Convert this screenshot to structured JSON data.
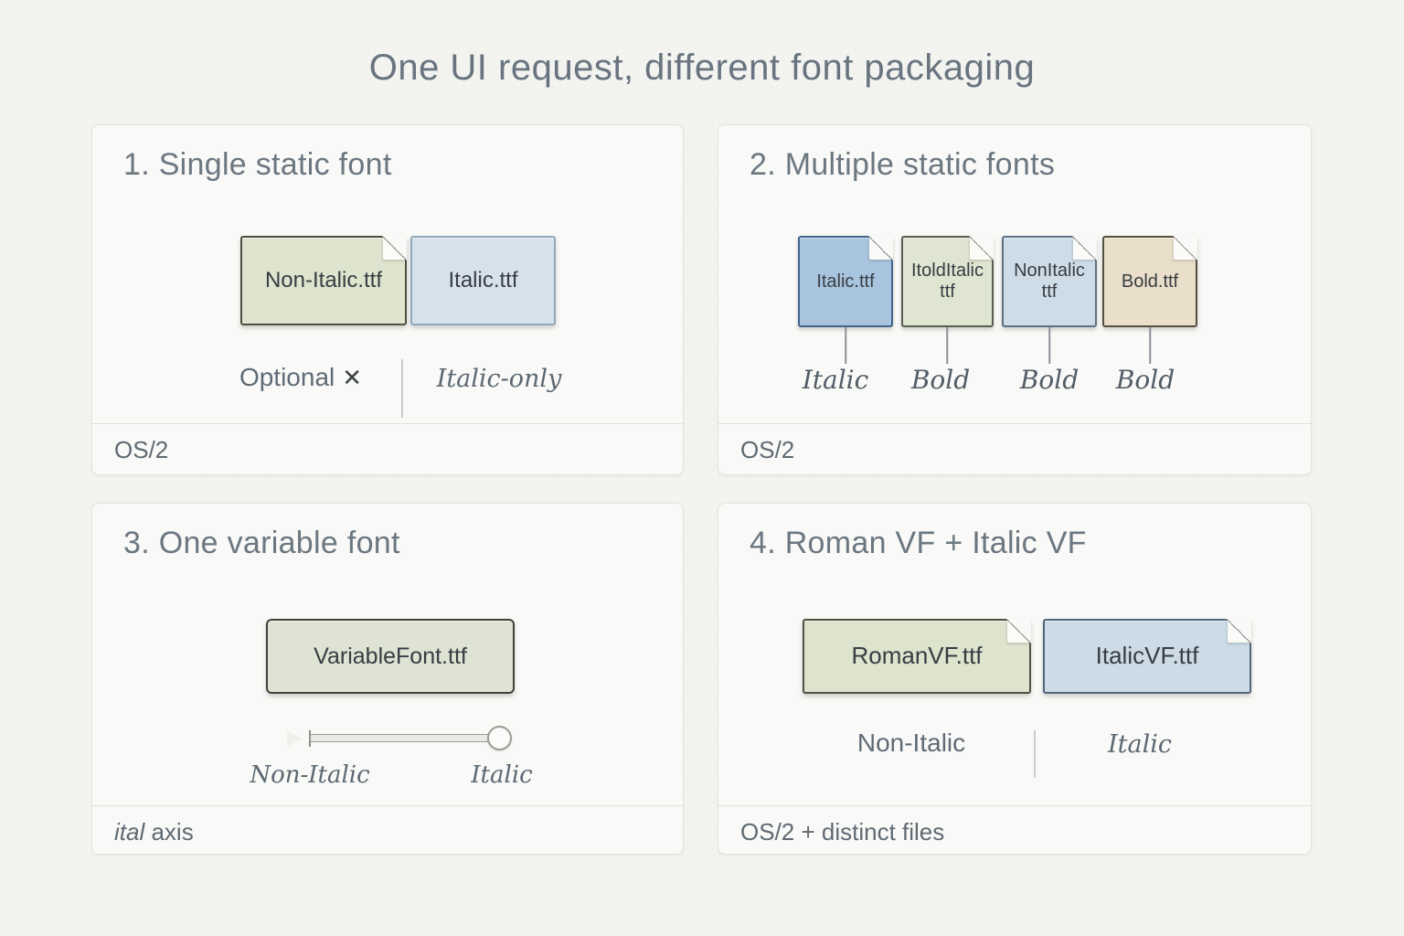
{
  "title": "One UI request, different font packaging",
  "icons": {
    "x_mark": "✕"
  },
  "colors": {
    "background": "#f3f3f0",
    "panel_bg": "#f9f9f7",
    "heading_gray": "#6b7781",
    "serif_label_gray": "#525d67",
    "green_file": "#dee4cd",
    "light_blue_file": "#d6e1eb",
    "blue_file": "#a9c4df",
    "tan_file": "#e9dec9"
  },
  "panels": [
    {
      "heading": "1. Single static font",
      "footer": "OS/2",
      "files": [
        {
          "name": "Non-Italic.ttf",
          "fill": "#dee4cd",
          "border": "#4c5142"
        },
        {
          "name": "Italic.ttf",
          "fill": "#d6e1eb",
          "border": "#92a9bb"
        }
      ],
      "caption_left": "Optional",
      "caption_right": "Italic-only"
    },
    {
      "heading": "2. Multiple static fonts",
      "footer": "OS/2",
      "files": [
        {
          "name": "Italic.ttf",
          "fill": "#a9c4df",
          "border": "#41658b"
        },
        {
          "name": "ItoldItalic ttf",
          "fill": "#dfe5d0",
          "border": "#565f50"
        },
        {
          "name": "NonItalic ttf",
          "fill": "#cedce7",
          "border": "#5b7183"
        },
        {
          "name": "Bold.ttf",
          "fill": "#e9dec9",
          "border": "#55503f"
        }
      ],
      "labels": [
        "Italic",
        "Bold",
        "Bold",
        "Bold"
      ]
    },
    {
      "heading": "3. One variable font",
      "footer_em": "ital",
      "footer_rest": " axis",
      "file": {
        "name": "VariableFont.ttf",
        "fill": "#dfe3d4",
        "border": "#3e423a"
      },
      "slider_left_label": "Non-Italic",
      "slider_right_label": "Italic"
    },
    {
      "heading": "4. Roman VF + Italic VF",
      "footer": "OS/2 + distinct files",
      "files": [
        {
          "name": "RomanVF.ttf",
          "fill": "#dde3cd",
          "border": "#4e5344"
        },
        {
          "name": "ItalicVF.ttf",
          "fill": "#ccdbe6",
          "border": "#51677a"
        }
      ],
      "caption_left": "Non-Italic",
      "caption_right": "Italic"
    }
  ]
}
